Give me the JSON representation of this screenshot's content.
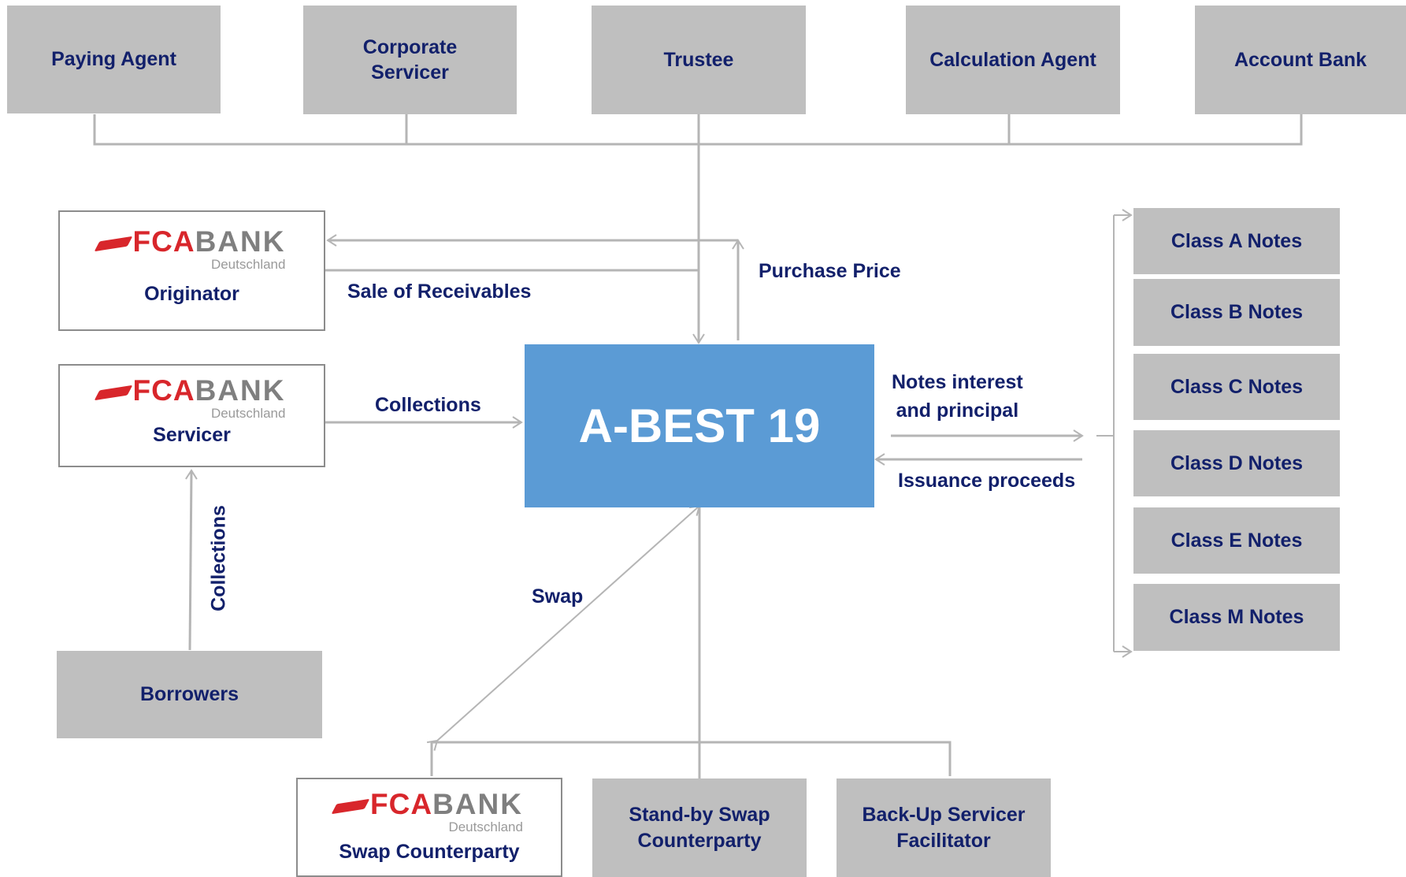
{
  "top_row": [
    {
      "id": "paying_agent",
      "label": "Paying Agent"
    },
    {
      "id": "corporate_servicer",
      "label": "Corporate\nServicer"
    },
    {
      "id": "trustee",
      "label": "Trustee"
    },
    {
      "id": "calculation_agent",
      "label": "Calculation Agent"
    },
    {
      "id": "account_bank",
      "label": "Account Bank"
    }
  ],
  "logo": {
    "brand": "FCA",
    "bank": "BANK",
    "country": "Deutschland",
    "colors": {
      "red": "#d8262b",
      "gray": "#7f7f7f"
    }
  },
  "originator": {
    "label": "Originator"
  },
  "servicer": {
    "label": "Servicer"
  },
  "borrowers": {
    "label": "Borrowers"
  },
  "swap_counterparty": {
    "label": "Swap Counterparty"
  },
  "standby_swap": {
    "label": "Stand-by Swap\nCounterparty"
  },
  "backup_servicer": {
    "label": "Back-Up Servicer\nFacilitator"
  },
  "issuer": {
    "label": "A-BEST 19"
  },
  "notes": [
    {
      "label": "Class A Notes"
    },
    {
      "label": "Class B Notes"
    },
    {
      "label": "Class C Notes"
    },
    {
      "label": "Class D Notes"
    },
    {
      "label": "Class E Notes"
    },
    {
      "label": "Class M Notes"
    }
  ],
  "flows": {
    "purchase_price": "Purchase Price",
    "sale_of_receivables": "Sale of Receivables",
    "collections_servicer": "Collections",
    "collections_borrowers": "Collections",
    "notes_interest": "Notes interest\nand principal",
    "issuance_proceeds": "Issuance proceeds",
    "swap": "Swap"
  },
  "colors": {
    "box_gray": "#bfbfbf",
    "issuer_blue": "#5b9bd5",
    "text_navy": "#12206b",
    "line_gray": "#bfbfbf"
  }
}
